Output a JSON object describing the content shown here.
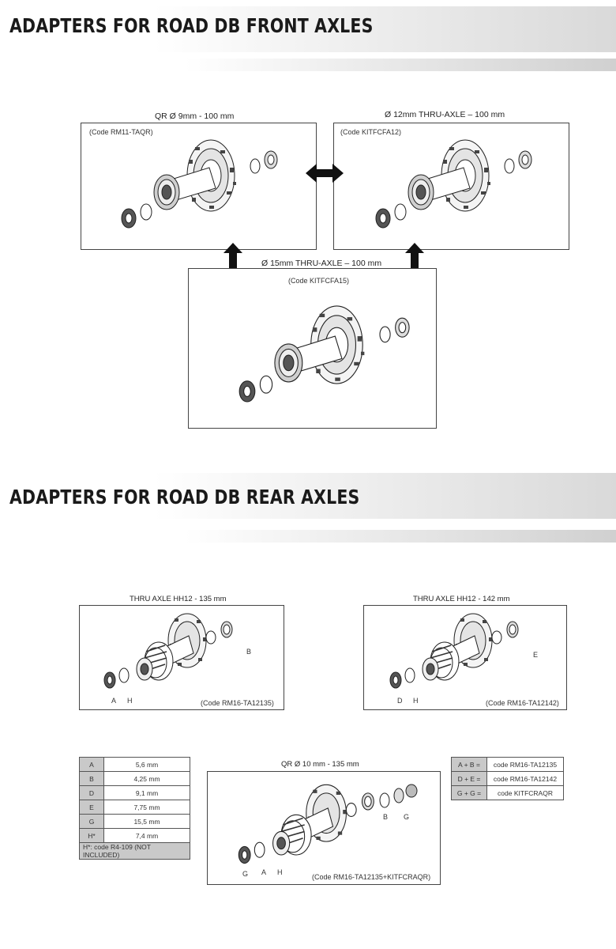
{
  "front": {
    "heading": "ADAPTERS FOR ROAD DB FRONT AXLES",
    "qr": {
      "title": "QR Ø 9mm - 100 mm",
      "code": "(Code RM11-TAQR)"
    },
    "ta12": {
      "title": "Ø 12mm THRU-AXLE – 100 mm",
      "code": "(Code KITFCFA12)"
    },
    "ta15": {
      "title": "Ø 15mm THRU-AXLE – 100 mm",
      "code": "(Code KITFCFA15)"
    }
  },
  "rear": {
    "heading": "ADAPTERS FOR ROAD DB REAR AXLES",
    "hh135": {
      "title": "THRU AXLE HH12 - 135 mm",
      "code": "(Code RM16-TA12135)",
      "labels": [
        "A",
        "H",
        "B"
      ]
    },
    "hh142": {
      "title": "THRU AXLE HH12 - 142 mm",
      "code": "(Code RM16-TA12142)",
      "labels": [
        "D",
        "H",
        "E"
      ]
    },
    "qr10": {
      "title": "QR Ø 10 mm - 135 mm",
      "code": "(Code RM16-TA12135+KITFCRAQR)",
      "labels": [
        "G",
        "A",
        "H",
        "B",
        "G"
      ]
    }
  },
  "sizes": {
    "rows": [
      {
        "key": "A",
        "value": "5,6 mm"
      },
      {
        "key": "B",
        "value": "4,25 mm"
      },
      {
        "key": "D",
        "value": "9,1 mm"
      },
      {
        "key": "E",
        "value": "7,75 mm"
      },
      {
        "key": "G",
        "value": "15,5 mm"
      },
      {
        "key": "H*",
        "value": "7,4 mm"
      }
    ],
    "note": "H*: code R4-109 (NOT INCLUDED)"
  },
  "codes": {
    "rows": [
      {
        "key": "A + B =",
        "value": "code RM16-TA12135"
      },
      {
        "key": "D + E =",
        "value": "code RM16-TA12142"
      },
      {
        "key": "G + G =",
        "value": "code KITFCRAQR"
      }
    ]
  },
  "icons": {
    "front_hub": "front-hub-exploded-icon",
    "rear_hub": "rear-hub-exploded-icon",
    "arrow_h": "double-arrow-horizontal-icon",
    "arrow_v": "double-arrow-vertical-icon"
  }
}
